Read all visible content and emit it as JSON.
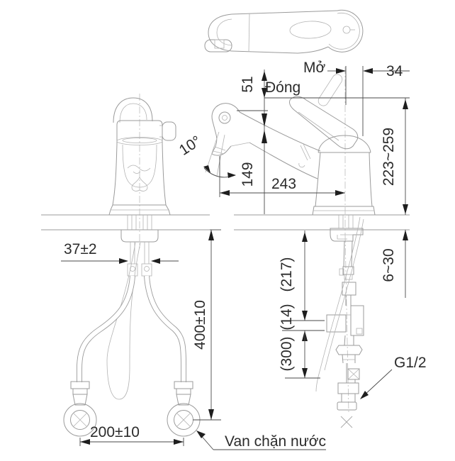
{
  "labels": {
    "open": "Mở",
    "close": "Đóng",
    "shutoff_valve": "Van chặn nước",
    "thread_size": "G1/2"
  },
  "dimensions": {
    "handle_travel": "34",
    "handle_lift": "51",
    "swivel_angle": "10°",
    "spout_height": "149",
    "spout_reach": "243",
    "height_above_deck_range": "223~259",
    "deck_thickness_range": "6~30",
    "inlet_pipe_spacing": "37±2",
    "hose_length": "400±10",
    "hose_end_spacing": "200±10",
    "ref_under_deck": "(217)",
    "ref_gap": "(14)",
    "ref_hose_drop": "(300)"
  },
  "colors": {
    "background": "#ffffff",
    "geometry_line": "#9b9b9b",
    "dimension_line": "#4a4a4a",
    "text": "#2b2b2b"
  }
}
